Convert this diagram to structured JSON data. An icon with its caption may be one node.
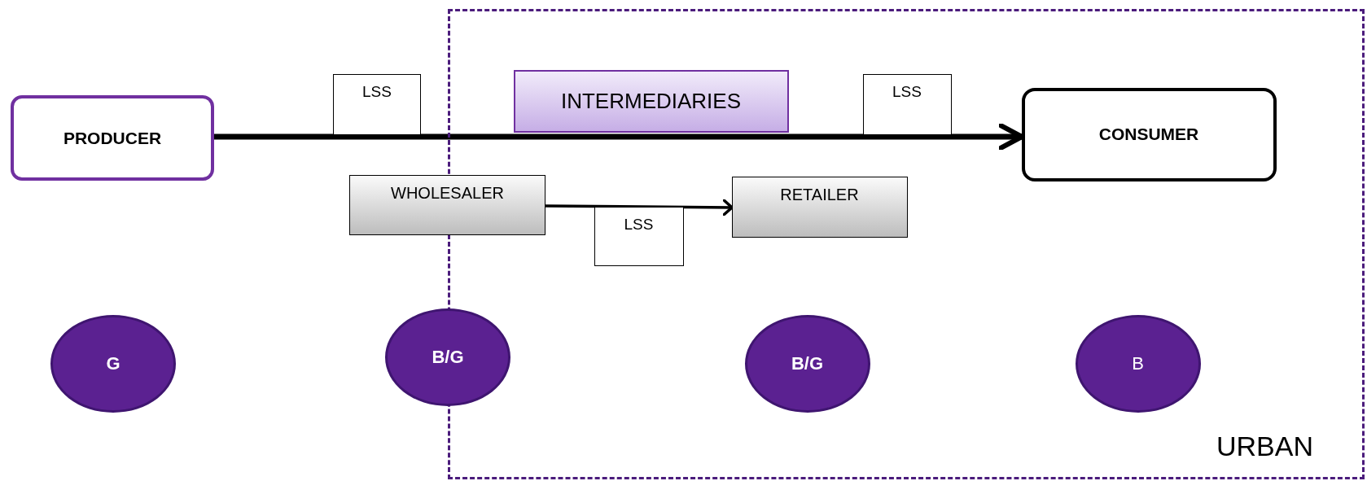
{
  "diagram": {
    "nodes": [
      {
        "text": [
          "URBAN"
        ]
      },
      {
        "text": [
          "PRODUCER"
        ]
      },
      {
        "text": [
          "LSS"
        ]
      },
      {
        "text": [
          "INTERMEDIARIES"
        ],
        "in": 0
      },
      {
        "text": [
          "LSS"
        ],
        "in": 0
      },
      {
        "text": [
          "CONSUMER"
        ],
        "in": 0
      },
      {
        "text": [
          "WHOLESALER"
        ]
      },
      {
        "text": [
          "RETAILER"
        ],
        "in": 0
      },
      {
        "text": [
          "LSS"
        ],
        "in": 0
      },
      {
        "text": [
          "G"
        ]
      },
      {
        "text": [
          "B/G"
        ]
      },
      {
        "text": [
          "B/G"
        ],
        "in": 0
      },
      {
        "text": [
          "B"
        ],
        "in": 0
      }
    ],
    "edges": [
      {
        "from": 1,
        "to": 5,
        "arrow": "to",
        "style": "thick"
      },
      {
        "from": 6,
        "to": 7,
        "arrow": "to"
      }
    ]
  }
}
